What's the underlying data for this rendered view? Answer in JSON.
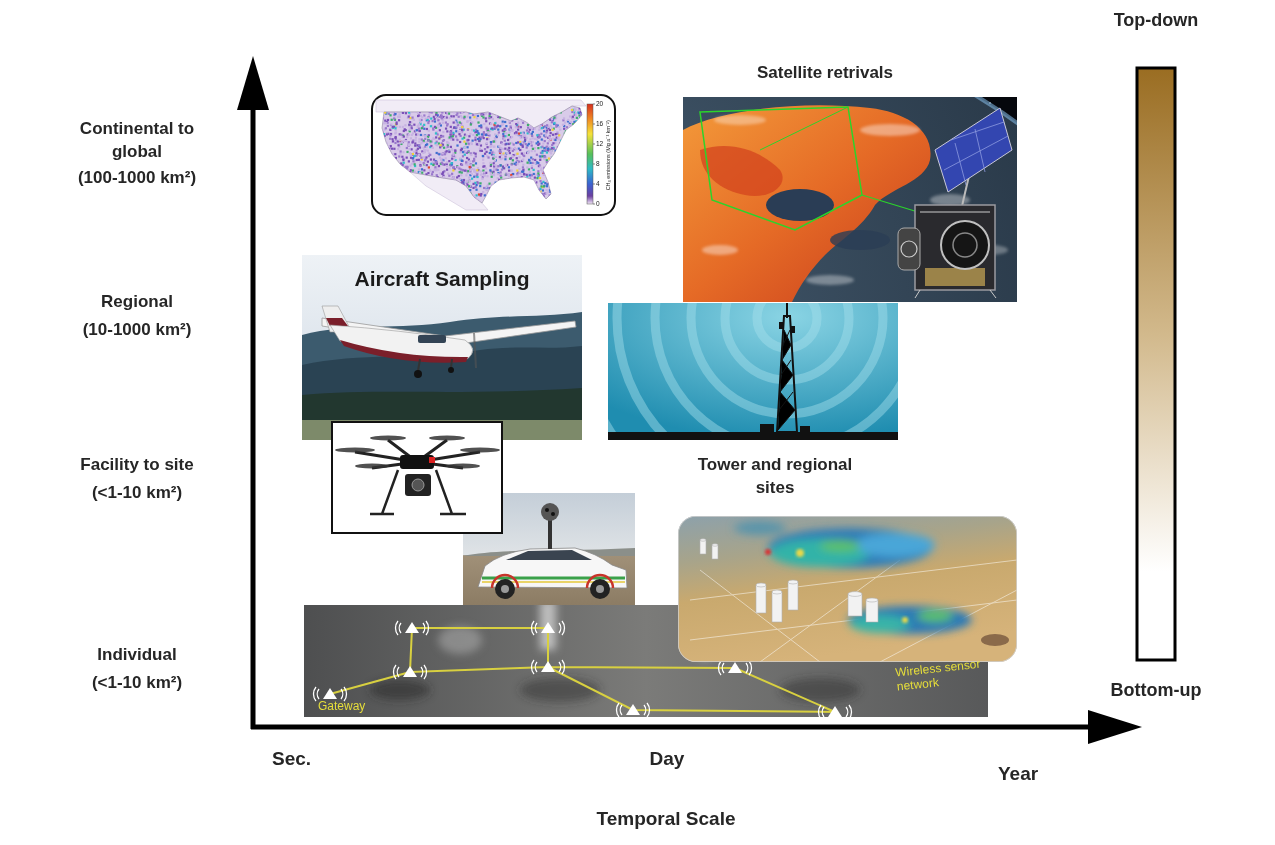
{
  "diagram": {
    "nodes": [
      {
        "text": [
          "20",
          "16",
          "12",
          "8",
          "4",
          "0",
          "CH₄ emissions (Mg a⁻¹ km⁻²)"
        ]
      },
      {
        "text": [
          "Satellite retrivals"
        ]
      },
      {
        "text": [
          "Top-down",
          "Bottom-up"
        ]
      },
      {
        "text": [
          "Aircraft Sampling"
        ]
      },
      {
        "text": [
          "Tower and regional sites"
        ]
      },
      {
        "text": [
          "Wireless sensor network",
          "Gateway"
        ]
      }
    ],
    "labels": [
      "Continental to global",
      "(100-1000 km²)",
      "Regional",
      "(10-1000 km²)",
      "Facility to site",
      "(<1-10 km²)",
      "Individual",
      "(<1-10 km²)",
      "Sec.",
      "Day",
      "Year",
      "Temporal Scale"
    ]
  }
}
